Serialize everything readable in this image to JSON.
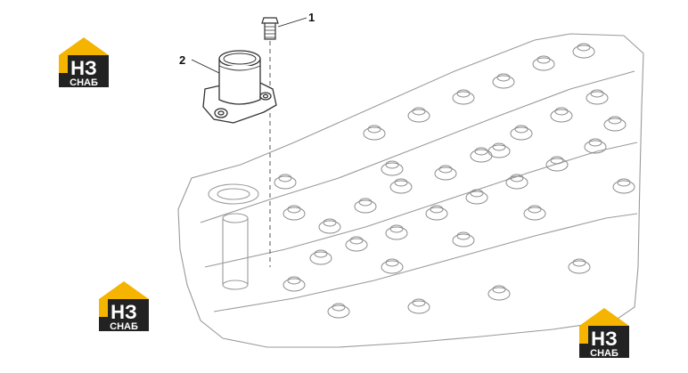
{
  "callouts": [
    {
      "label": "1",
      "part": "bolt"
    },
    {
      "label": "2",
      "part": "thermostat-housing"
    }
  ],
  "logo": {
    "line1": "НЗ",
    "line2": "СНАБ",
    "colors": {
      "roof": "#f5b400",
      "body": "#222222",
      "text": "#ffffff"
    }
  },
  "colors": {
    "line": "#555555",
    "light_line": "#9a9a9a",
    "background": "#ffffff"
  }
}
